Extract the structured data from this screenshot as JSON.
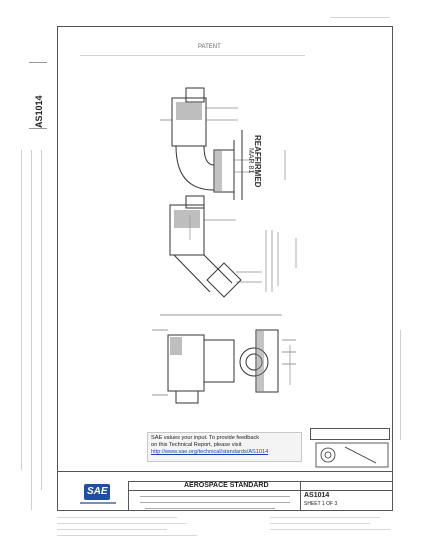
{
  "document": {
    "number": "AS1014",
    "top_label": "PATENT",
    "drawing_stamp_line1": "REAFFIRMED",
    "drawing_stamp_line2": "MAR 81",
    "feedback": {
      "line1": "SAE values your input. To provide feedback",
      "line2": "on this Technical Report, please visit",
      "link": "http://www.sae.org/technical/standards/AS1014"
    },
    "block": {
      "header": "AEROSPACE STANDARD",
      "number": "AS1014",
      "sheet": "SHEET 1 OF 3"
    },
    "logo_text": "SAE"
  }
}
